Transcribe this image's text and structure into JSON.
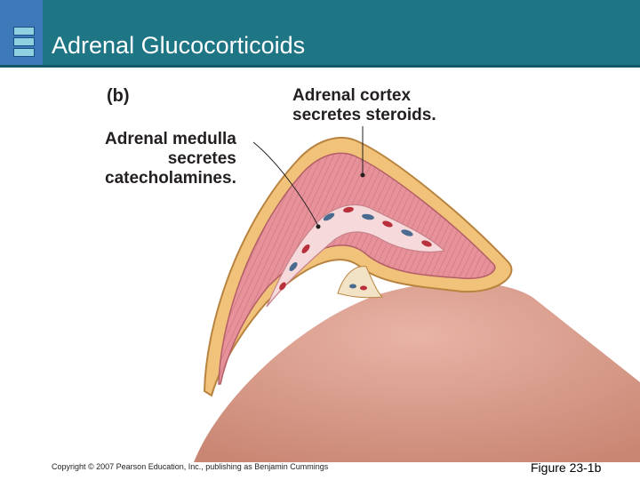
{
  "slide": {
    "title": "Adrenal Glucocorticoids"
  },
  "figure": {
    "panel_label": "(b)",
    "cortex_label_line1": "Adrenal cortex",
    "cortex_label_line2": "secretes steroids.",
    "medulla_label_line1": "Adrenal medulla",
    "medulla_label_line2": "secretes",
    "medulla_label_line3": "catecholamines."
  },
  "footer": {
    "copyright": "Copyright © 2007 Pearson Education, Inc., publishing as Benjamin Cummings",
    "figure_number": "Figure 23-1b"
  },
  "colors": {
    "header": "#1e7584",
    "logo": "#3d78b8",
    "capsule": "#f0c27a",
    "cortex": "#e7929a",
    "medulla": "#f6d9db",
    "kidney": "#d99a8a"
  },
  "icons": {
    "logo": "stacked-bars-logo-icon"
  }
}
